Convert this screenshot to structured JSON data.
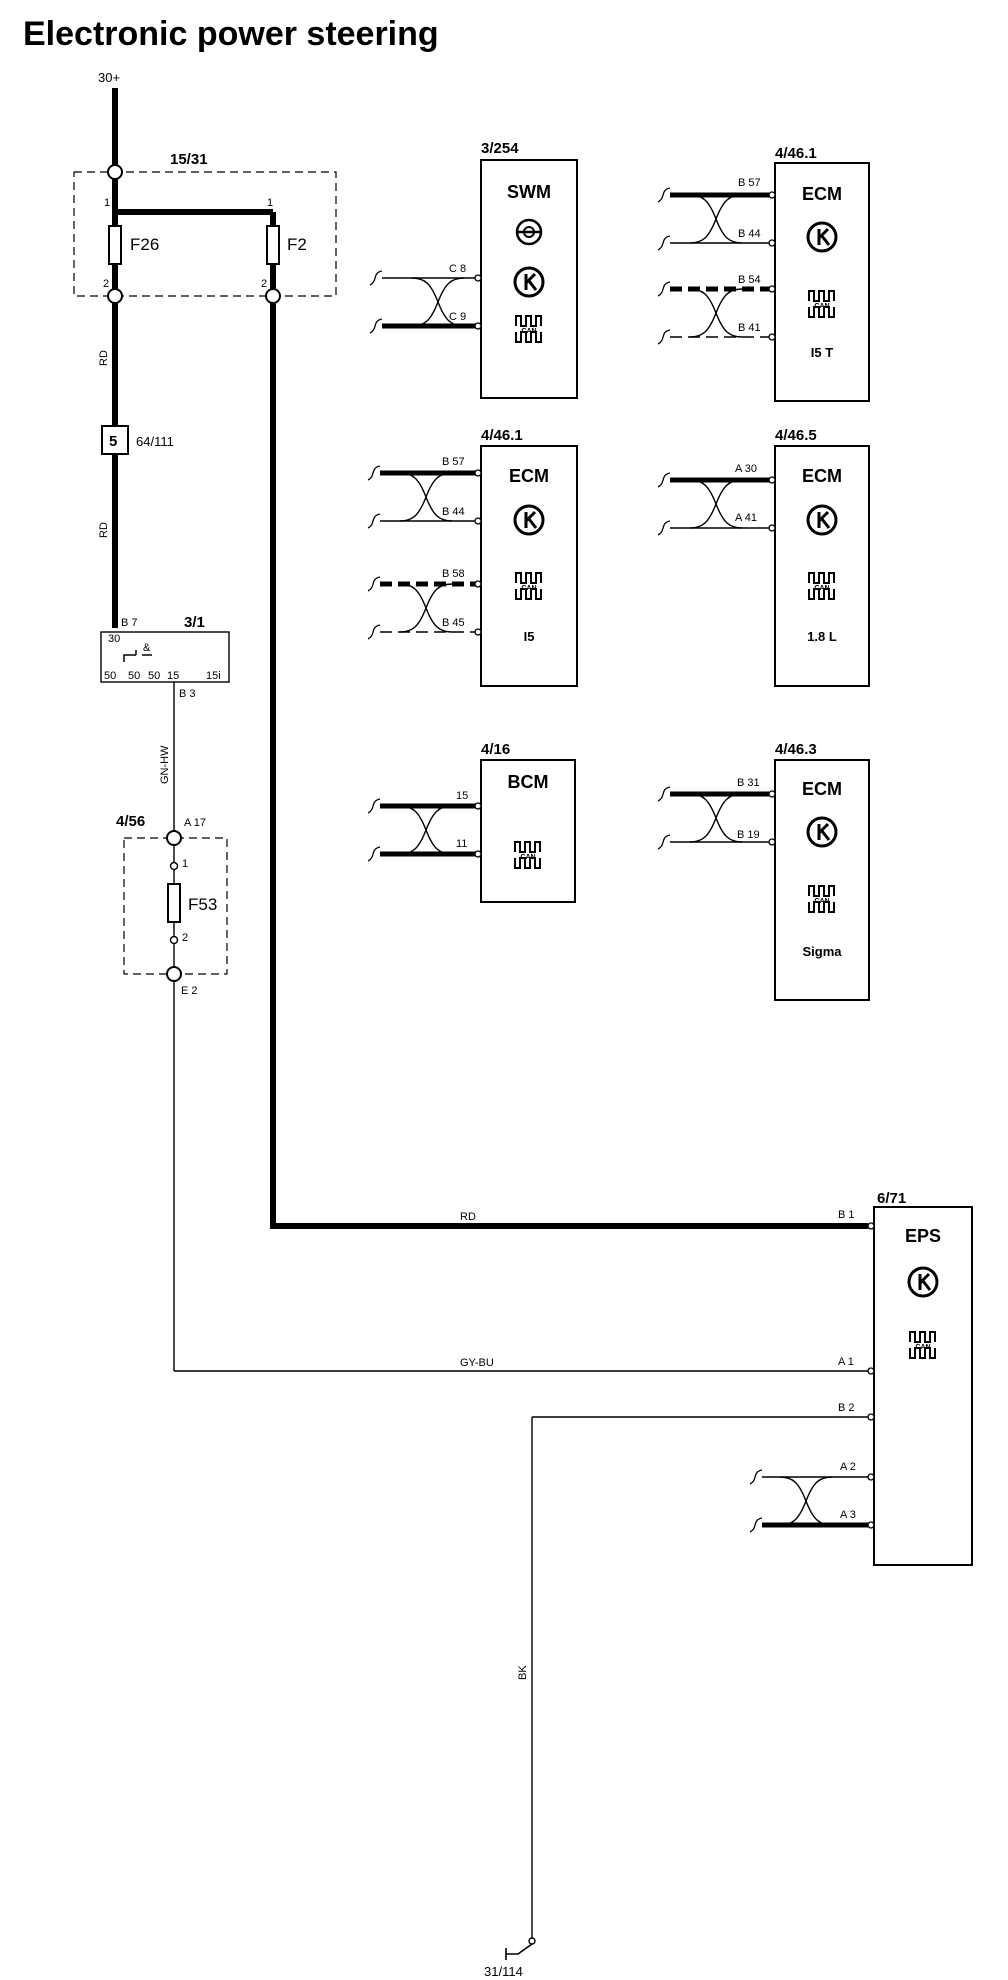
{
  "title": "Electronic power steering",
  "supply": {
    "label": "30+"
  },
  "fuse_box": {
    "ref": "15/31",
    "f26": "F26",
    "f2": "F2",
    "p1a": "1",
    "p1b": "1",
    "p2a": "2",
    "p2b": "2"
  },
  "wire_colors": {
    "rd_upper": "RD",
    "rd_lower": "RD",
    "gn_hw": "GN-HW",
    "rd_eps": "RD",
    "gy_bu": "GY-BU",
    "bk": "BK"
  },
  "connector": {
    "code": "5",
    "ref": "64/111"
  },
  "ignition": {
    "ref": "3/1",
    "pin_in": "B 7",
    "pin_out": "B 3",
    "t30": "30",
    "t50": "50",
    "t15": "15",
    "t15i": "15i",
    "sym": "&"
  },
  "fuse_f53": {
    "ref": "4/56",
    "label": "F53",
    "pin_in": "A 17",
    "pin_out": "E 2",
    "p1": "1",
    "p2": "2"
  },
  "swm": {
    "ref": "3/254",
    "name": "SWM",
    "pins": [
      "C 8",
      "C 9"
    ]
  },
  "ecm_a": {
    "ref": "4/46.1",
    "name": "ECM",
    "variant": "I5 T",
    "pins": [
      "B 57",
      "B 44",
      "B 54",
      "B 41"
    ]
  },
  "ecm_b": {
    "ref": "4/46.1",
    "name": "ECM",
    "variant": "I5",
    "pins": [
      "B 57",
      "B 44",
      "B 58",
      "B 45"
    ]
  },
  "ecm_c": {
    "ref": "4/46.5",
    "name": "ECM",
    "variant": "1.8 L",
    "pins": [
      "A 30",
      "A 41"
    ]
  },
  "bcm": {
    "ref": "4/16",
    "name": "BCM",
    "pins": [
      "15",
      "11"
    ]
  },
  "ecm_d": {
    "ref": "4/46.3",
    "name": "ECM",
    "variant": "Sigma",
    "pins": [
      "B 31",
      "B 19"
    ]
  },
  "eps": {
    "ref": "6/71",
    "name": "EPS",
    "pins": [
      "B 1",
      "A 1",
      "B 2",
      "A 2",
      "A 3"
    ]
  },
  "ground": {
    "ref": "31/114"
  },
  "can_text": "CAN",
  "colors": {
    "wire": "#000000",
    "background": "#ffffff"
  }
}
